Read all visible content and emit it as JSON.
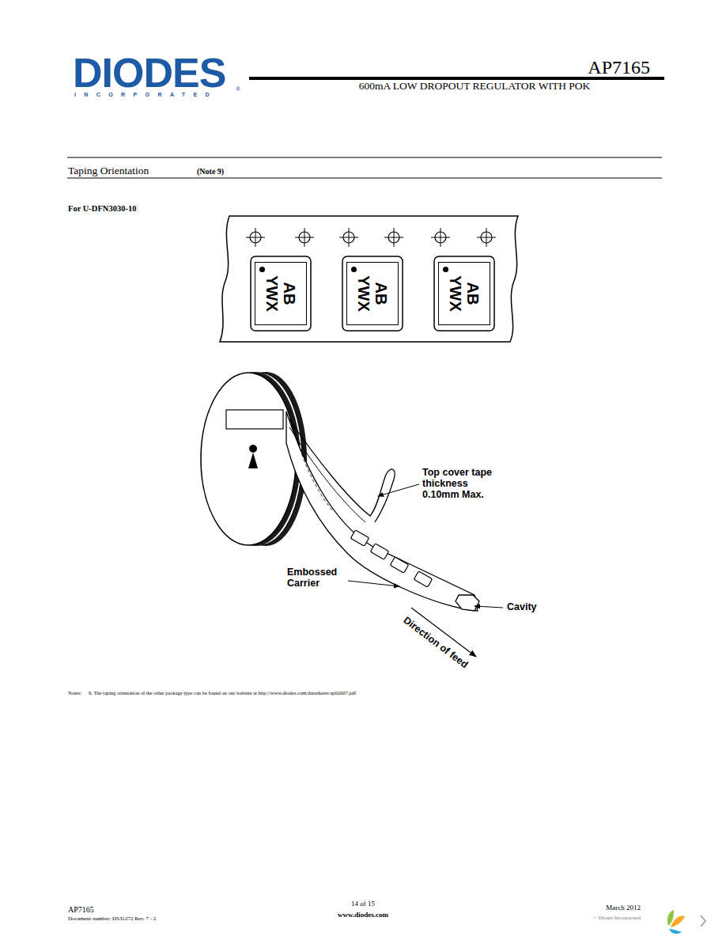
{
  "diagram": {
    "nodes": [
      {
        "text": [
          "AB",
          "YWX"
        ]
      },
      {
        "text": [
          "AB",
          "YWX"
        ]
      },
      {
        "text": [
          "AB",
          "YWX"
        ]
      }
    ],
    "labels": [
      "DIODES",
      "INCORPORATED",
      "®",
      "AP7165",
      "600mA LOW DROPOUT REGULATOR WITH POK",
      "Taping Orientation",
      "(Note 9)",
      "For U-DFN3030-10",
      "Top cover tape thickness 0.10mm Max.",
      "Embossed Carrier",
      "Cavity",
      "Direction of feed",
      "Notes:",
      "9. The taping orientation of the other package type can be found on our website at http://www.diodes.com/datasheets/ap02007.pdf",
      "AP7165",
      "Document number: DS31272 Rev. 7 - 2",
      "14 of 15",
      "www.diodes.com",
      "March 2012",
      "© Diodes Incorporated"
    ]
  }
}
